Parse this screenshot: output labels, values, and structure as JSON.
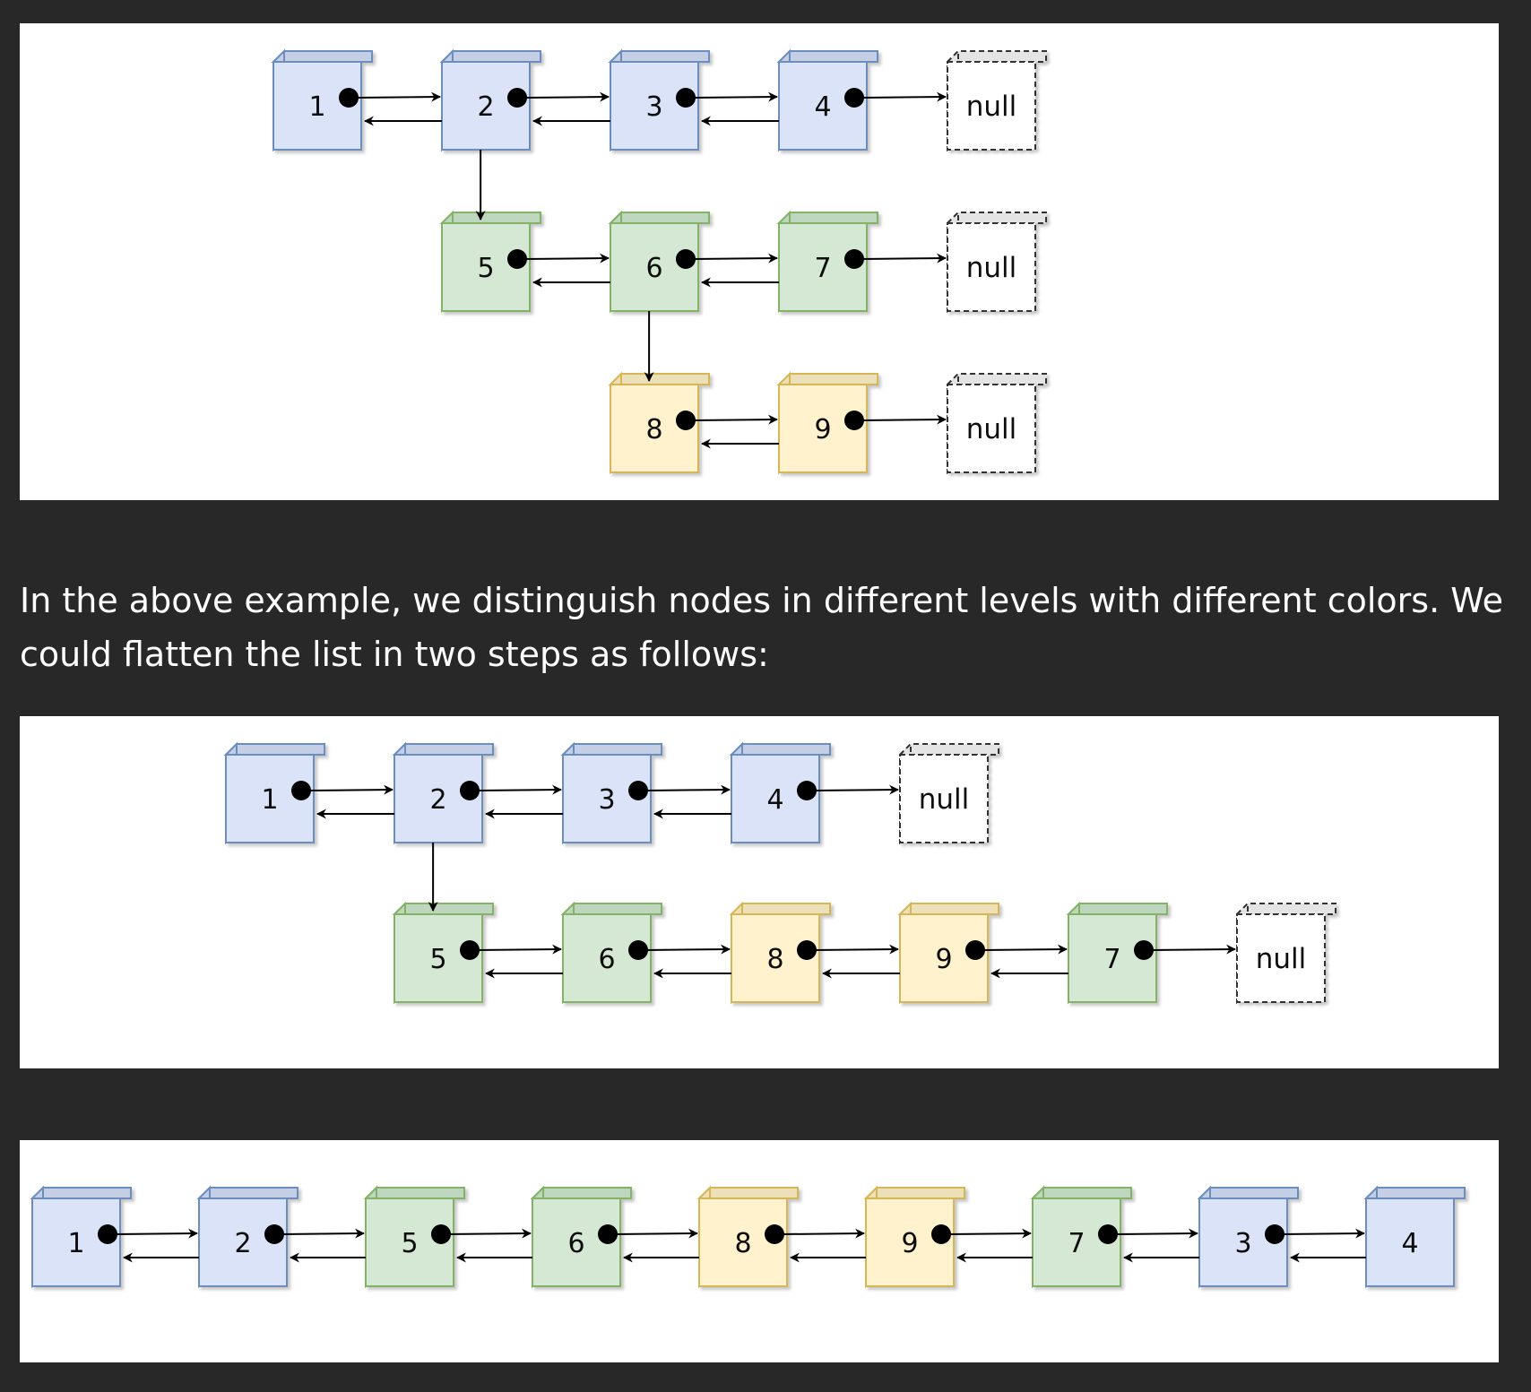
{
  "palette": {
    "level1": {
      "fill": "#dae3f7",
      "side": "#c4cfe6",
      "stroke": "#6c8ebf"
    },
    "level2": {
      "fill": "#d5e8d4",
      "side": "#bfd6be",
      "stroke": "#82b366"
    },
    "level3": {
      "fill": "#fff2cc",
      "side": "#ece0b8",
      "stroke": "#d6b656"
    },
    "null_box": {
      "fill": "#ffffff",
      "side": "#e4e4e4",
      "stroke": "#333333"
    }
  },
  "null_label": "null",
  "paragraph": "In the above example, we distinguish nodes in different levels with different colors. We could flatten the list in two steps as follows:",
  "diagrams": {
    "multilevel": {
      "rows": [
        {
          "level": "level1",
          "nodes": [
            "1",
            "2",
            "3",
            "4"
          ],
          "ends_with_null": true
        },
        {
          "level": "level2",
          "nodes": [
            "5",
            "6",
            "7"
          ],
          "ends_with_null": true
        },
        {
          "level": "level3",
          "nodes": [
            "8",
            "9"
          ],
          "ends_with_null": true
        }
      ],
      "child_links": [
        {
          "from": "2",
          "to": "5"
        },
        {
          "from": "6",
          "to": "8"
        }
      ]
    },
    "step1": {
      "rows": [
        {
          "level": "level1",
          "nodes": [
            "1",
            "2",
            "3",
            "4"
          ],
          "ends_with_null": true
        },
        {
          "levels": [
            "level2",
            "level2",
            "level3",
            "level3",
            "level2"
          ],
          "nodes": [
            "5",
            "6",
            "8",
            "9",
            "7"
          ],
          "ends_with_null": true
        }
      ],
      "child_links": [
        {
          "from": "2",
          "to": "5"
        }
      ]
    },
    "step2": {
      "rows": [
        {
          "levels": [
            "level1",
            "level1",
            "level2",
            "level2",
            "level3",
            "level3",
            "level2",
            "level1",
            "level1"
          ],
          "nodes": [
            "1",
            "2",
            "5",
            "6",
            "8",
            "9",
            "7",
            "3",
            "4"
          ],
          "ends_with_null": false
        }
      ],
      "child_links": []
    }
  }
}
